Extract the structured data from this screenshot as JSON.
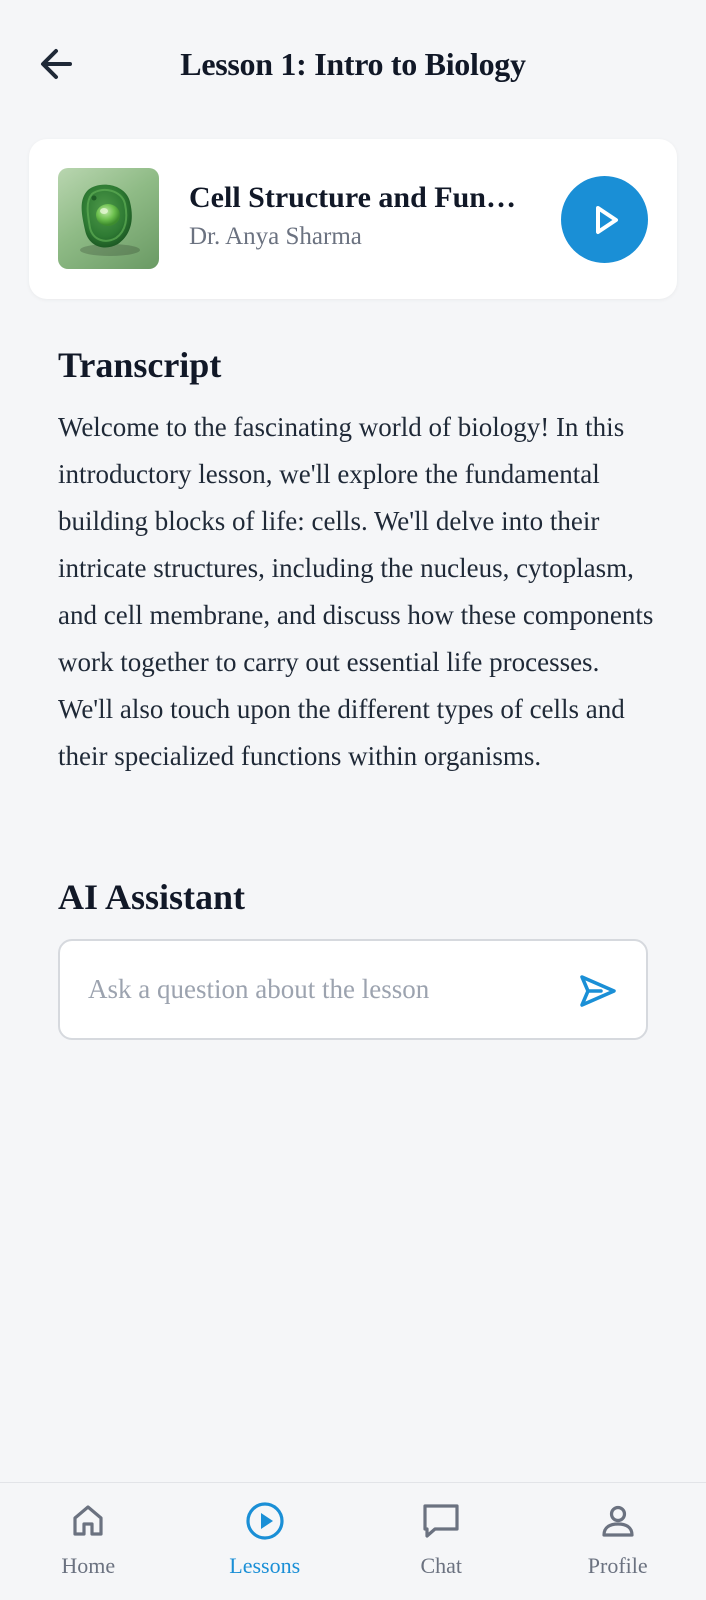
{
  "header": {
    "title": "Lesson 1: Intro to Biology",
    "back_icon": "arrow-left-icon"
  },
  "lesson": {
    "title": "Cell Structure and Function",
    "author": "Dr. Anya Sharma",
    "thumbnail_icon": "cell-thumbnail",
    "play_icon": "play-icon"
  },
  "transcript": {
    "heading": "Transcript",
    "text": "Welcome to the fascinating world of biology! In this introductory lesson, we'll explore the fundamental building blocks of life: cells. We'll delve into their intricate structures, including the nucleus, cytoplasm, and cell membrane, and discuss how these components work together to carry out essential life processes. We'll also touch upon the different types of cells and their specialized functions within organisms."
  },
  "assistant": {
    "heading": "AI Assistant",
    "input_value": "",
    "input_placeholder": "Ask a question about the lesson",
    "send_icon": "send-icon"
  },
  "nav": {
    "items": [
      {
        "label": "Home",
        "icon": "home-icon",
        "active": false
      },
      {
        "label": "Lessons",
        "icon": "play-circle-icon",
        "active": true
      },
      {
        "label": "Chat",
        "icon": "chat-bubble-icon",
        "active": false
      },
      {
        "label": "Profile",
        "icon": "user-icon",
        "active": false
      }
    ]
  },
  "colors": {
    "accent": "#1a8fd6",
    "background": "#f5f6f8",
    "text_primary": "#111827",
    "text_secondary": "#6b7280",
    "inactive_nav": "#6b7280"
  }
}
